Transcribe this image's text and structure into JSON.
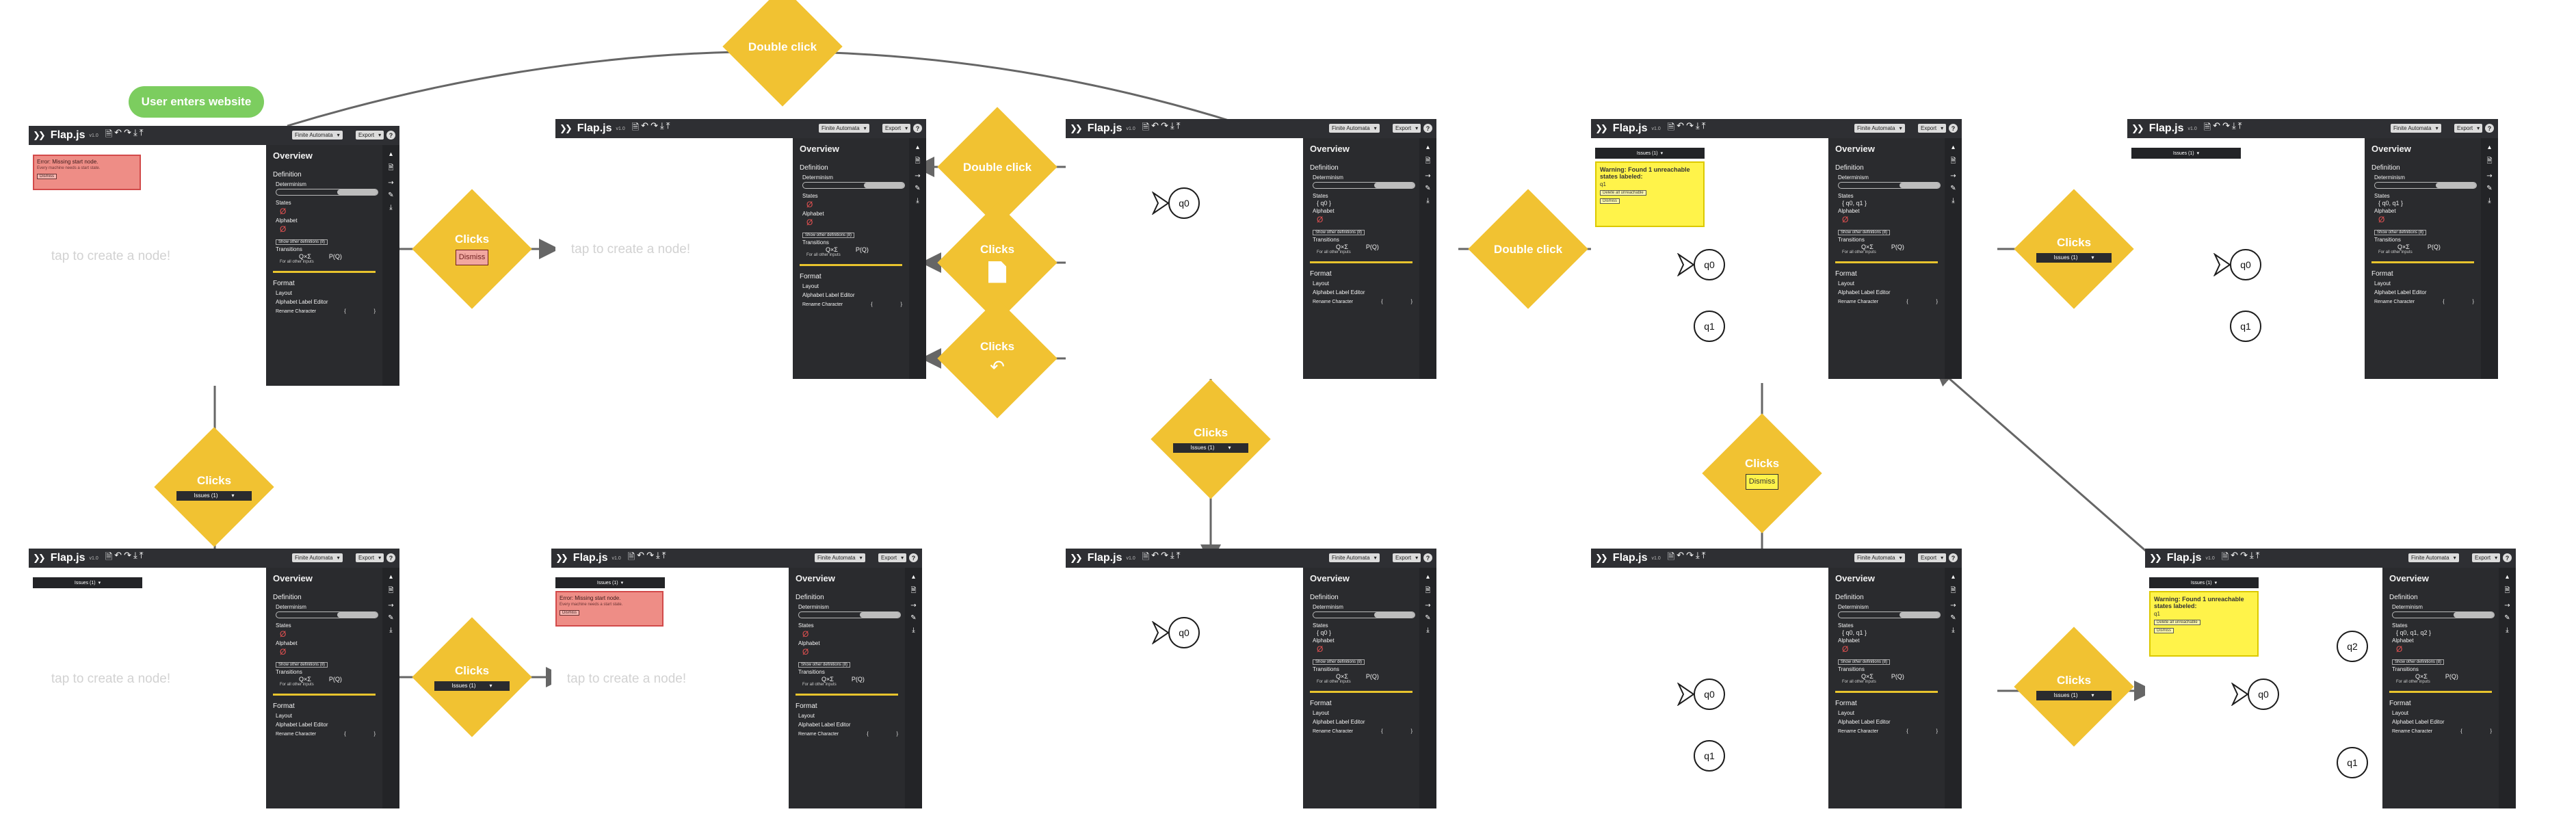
{
  "start": {
    "label": "User enters website"
  },
  "app": {
    "name": "Flap.js",
    "version": "v1.0",
    "logo_icon": "double-chevron-logo",
    "toolbar_icons": [
      "new-file-icon",
      "undo-icon",
      "redo-icon",
      "save-icon",
      "upload-icon"
    ],
    "mode": "Finite Automata",
    "export": "Export",
    "help": "?",
    "canvas_hint": "tap to create a node!",
    "toast_label": "Issues (1)",
    "panel": {
      "title": "Overview",
      "definition": "Definition",
      "determinism": "Determinism",
      "states": "States",
      "states_q0": "{ q0 }",
      "states_q0q1": "{ q0, q1 }",
      "states_q0q1q2": "{ q0, q1, q2 }",
      "alphabet": "Alphabet",
      "empty": "Ø",
      "show_def": "Show other definitions (8)",
      "transitions": "Transitions",
      "trans_left": "Q×Σ",
      "trans_right": "P(Q)",
      "trans_q": "Q",
      "all_other": "For all other inputs",
      "format": "Format",
      "layout": "Layout",
      "alpha_editor": "Alphabet Label Editor",
      "rename": "Rename Character",
      "rename_from": "{",
      "rename_to": "}"
    },
    "rail_icons": [
      "menu-icon",
      "file-icon",
      "run-icon",
      "edit-icon",
      "export-icon"
    ]
  },
  "alerts": {
    "error_title": "Error: Missing start node.",
    "error_sub": "Every machine needs a start state.",
    "error_btn": "Dismiss",
    "warn_title": "Warning: Found 1 unreachable states labeled:",
    "warn_item": "q1",
    "warn_btn1": "Delete all unreachable",
    "warn_btn2": "Dismiss"
  },
  "nodes": {
    "q0": "q0",
    "q1": "q1",
    "q2": "q2"
  },
  "decisions": {
    "double_click": "Double click",
    "clicks": "Clicks",
    "dismiss": "Dismiss",
    "issues": "Issues (1)",
    "caret": "▾"
  }
}
